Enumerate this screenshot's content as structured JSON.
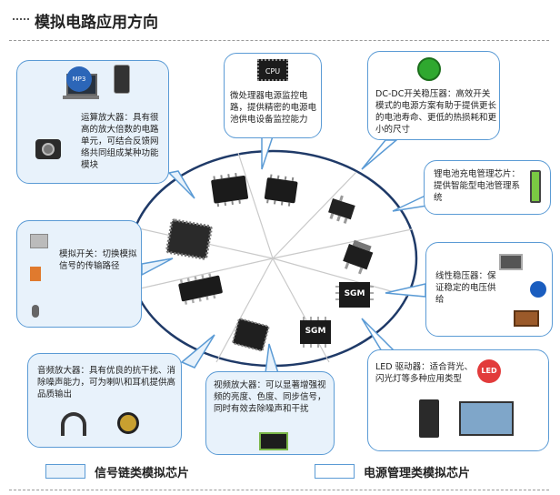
{
  "title": "模拟电路应用方向",
  "callouts": {
    "opamp": "运算放大器：具有很高的放大倍数的电路单元，可结合反馈网络共同组成某种功能模块",
    "mcu_monitor": "微处理器电源监控电路，提供精密的电源电池供电设备监控能力",
    "dcdc": "DC-DC开关稳压器：高效开关模式的电源方案有助于提供更长的电池寿命、更低的热损耗和更小的尺寸",
    "liion": "锂电池充电管理芯片：提供智能型电池管理系统",
    "ldo": "线性稳压器：保证稳定的电压供给",
    "led": "LED 驱动器：适合背光、闪光灯等多种应用类型",
    "video_amp": "视频放大器：可以显著增强视频的亮度、色度、同步信号，同时有效去除噪声和干扰",
    "audio_amp": "音频放大器：具有优良的抗干扰、消除噪声能力，可为喇叭和耳机提供高品质输出",
    "analog_switch": "模拟开关：切换模拟信号的传输路径"
  },
  "chips": {
    "cpu": "CPU",
    "sgm1": "SGM",
    "sgm2": "SGM",
    "led_sign": "LED"
  },
  "legend": {
    "signal": "信号链类模拟芯片",
    "power": "电源管理类模拟芯片"
  },
  "colors": {
    "callout_border": "#5b9bd5",
    "signal_fill": "#e8f2fb",
    "power_fill": "#ffffff"
  }
}
